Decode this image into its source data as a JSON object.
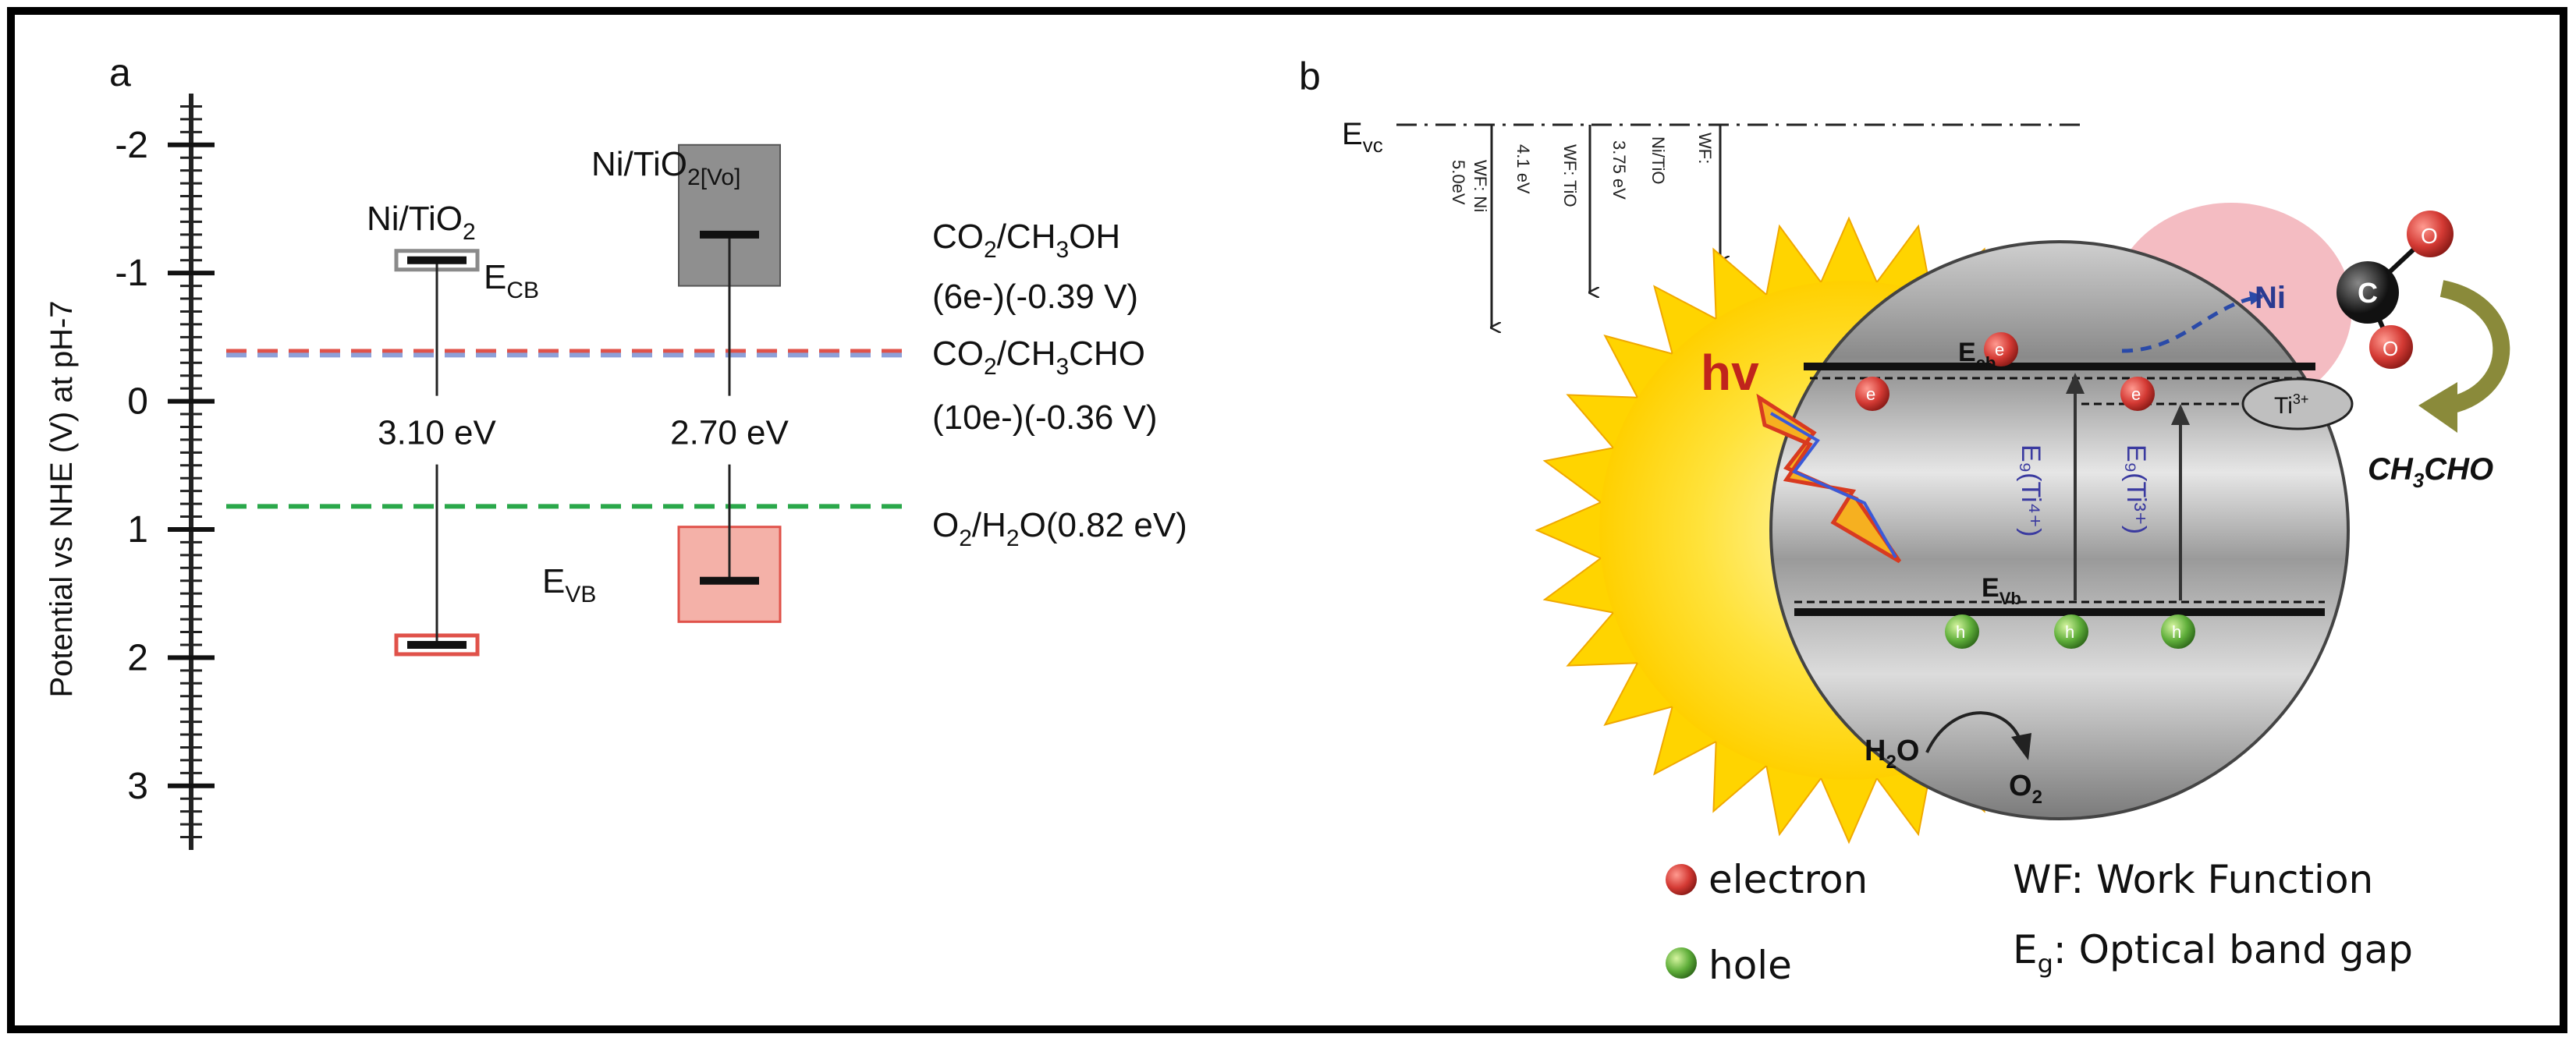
{
  "panel_a": {
    "label": "a",
    "y_axis_title": "Potential vs NHE (V) at pH-7",
    "ticks": [
      {
        "value": -2,
        "label": "-2"
      },
      {
        "value": -1,
        "label": "-1"
      },
      {
        "value": 0,
        "label": "0"
      },
      {
        "value": 1,
        "label": "1"
      },
      {
        "value": 2,
        "label": "2"
      },
      {
        "value": 3,
        "label": "3"
      }
    ],
    "axis_range": [
      -2.4,
      3.5
    ],
    "materials": [
      {
        "name_main": "Ni/TiO",
        "name_sub": "2",
        "name_tail": "",
        "cb": -1.1,
        "vb": 1.9,
        "gap_label": "3.10 eV",
        "gap_label_value": 0.25,
        "cb_box_color": "#8a8a8a",
        "vb_box_color": "#e0524a"
      },
      {
        "name_main": "Ni/TiO",
        "name_sub": "2[Vo]",
        "name_tail": "",
        "cb": -1.3,
        "vb": 1.4,
        "gap_label": "2.70 eV",
        "gap_label_value": 0.25,
        "cb_box_color": "#8f8f8f",
        "vb_box_color": "#f4b1a8"
      }
    ],
    "ecb_label": {
      "main": "E",
      "sub": "CB"
    },
    "evb_label": {
      "main": "E",
      "sub": "VB"
    },
    "redox_lines": [
      {
        "value": -0.39,
        "color": "#e0524a"
      },
      {
        "value": -0.36,
        "color": "#8ea0d8"
      },
      {
        "value": 0.82,
        "color": "#2aa84a"
      }
    ],
    "redox_labels": {
      "co2_ch3oh": {
        "p1": "CO",
        "s1": "2",
        "p2": "/CH",
        "s2": "3",
        "p3": "OH"
      },
      "co2_ch3oh_detail": "(6e-)(-0.39 V)",
      "co2_ch3cho": {
        "p1": "CO",
        "s1": "2",
        "p2": "/CH",
        "s2": "3",
        "p3": "CHO"
      },
      "co2_ch3cho_detail": "(10e-)(-0.36 V)",
      "o2_h2o": {
        "p1": "O",
        "s1": "2",
        "p2": "/H",
        "s2": "2",
        "p3": "O(0.82 eV)"
      }
    }
  },
  "panel_b": {
    "label": "b",
    "evac": {
      "main": "E",
      "sub": "vc"
    },
    "wf_labels": [
      "5.0eV",
      "WF: Ni",
      "4.1 eV",
      "WF: TiO",
      "3.75 eV",
      "Ni/TiO",
      "WF:"
    ],
    "hv": "hv",
    "ecb": {
      "main": "E",
      "sub": "cb"
    },
    "evb": {
      "main": "E",
      "sub": "Vb"
    },
    "ti3": {
      "main": "Ti",
      "sup": "3+"
    },
    "ni": "Ni",
    "c": "C",
    "o": "O",
    "e_mark": "e",
    "h_mark": "h",
    "eg1": "E₉(Ti⁴⁺)",
    "eg2": "E₉(Ti³⁺)",
    "ch3cho": {
      "p1": "CH",
      "s1": "3",
      "p2": "CHO"
    },
    "h2o": {
      "p1": "H",
      "s1": "2",
      "p2": "O"
    },
    "o2": {
      "p1": "O",
      "s1": "2"
    },
    "colors": {
      "electron": "#d43a34",
      "hole": "#5fae3a",
      "sun": "#ffd400",
      "ni_glow": "#f0a0a8"
    }
  },
  "legend": {
    "electron": "electron",
    "hole": "hole",
    "wf": "WF: Work Function",
    "eg_main": "E",
    "eg_sub": "g",
    "eg_text": ": Optical band gap"
  }
}
